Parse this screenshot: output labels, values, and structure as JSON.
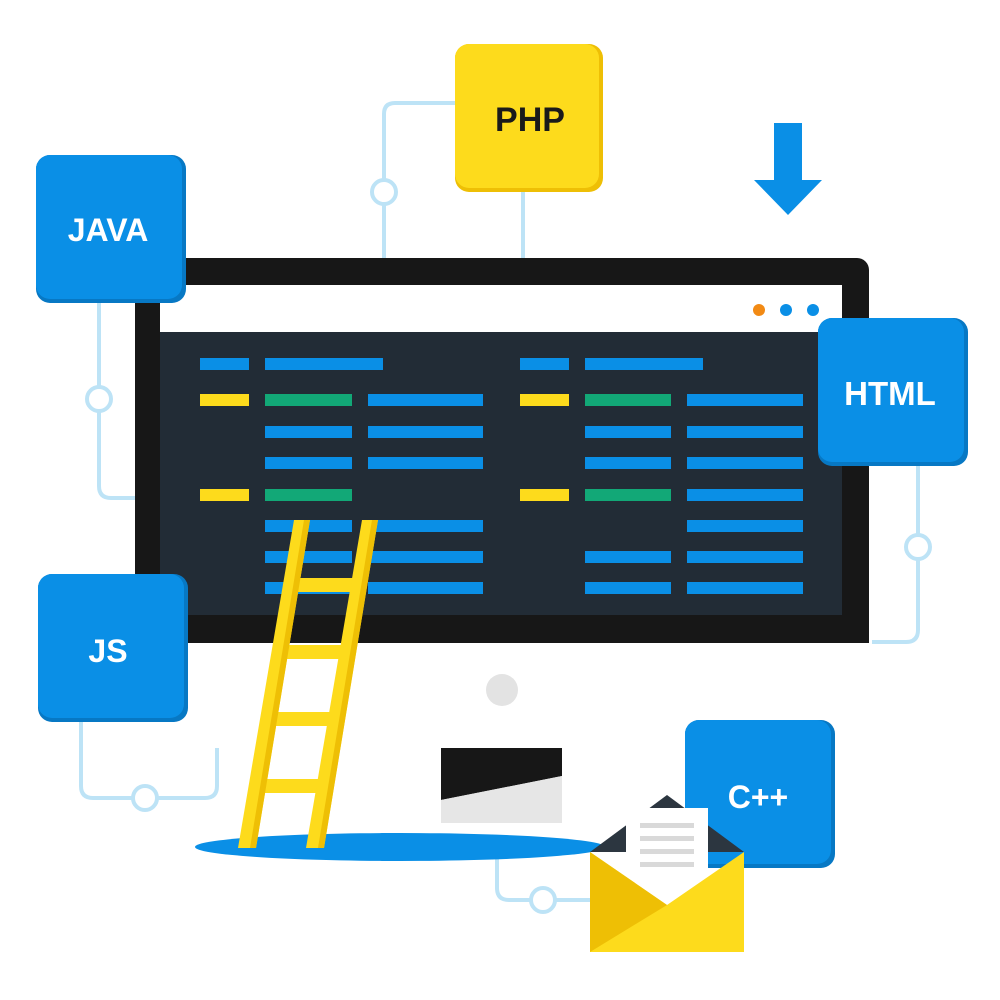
{
  "tiles": {
    "php": "PHP",
    "java": "JAVA",
    "html": "HTML",
    "js": "JS",
    "cpp": "C++"
  },
  "colors": {
    "blue": "#0a8fe6",
    "blue_dark": "#0778c4",
    "yellow": "#fddb1c",
    "yellow_dark": "#eebf05",
    "green": "#12a877",
    "screen_dark": "#222c36",
    "bezel": "#171717",
    "stand_white": "#ffffff",
    "connector": "#bde3f6",
    "dot_orange": "#f28a14",
    "dot_blue": "#0a8fe6"
  },
  "icons": [
    "down-arrow-icon",
    "envelope-icon",
    "ladder",
    "monitor",
    "connector-node"
  ]
}
